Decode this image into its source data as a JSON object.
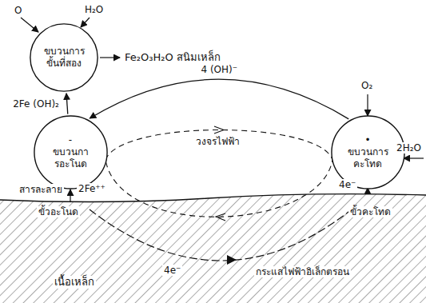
{
  "diagram": {
    "nodes": [
      {
        "text": [
          "ขบวนการ ขั้นที่สอง"
        ]
      },
      {
        "text": [
          "-",
          "ขบวนการอะโนด"
        ]
      },
      {
        "text": [
          "•",
          "ขบวนการคะโทด"
        ]
      }
    ],
    "edges": [
      {
        "from": 1,
        "to": 0,
        "arrow": "to",
        "label": "2Fe (OH)₂"
      },
      {
        "from": 2,
        "to": 1,
        "arrow": "to",
        "label": "4 (OH)⁻"
      }
    ],
    "labels": [
      "O",
      "H₂O",
      "Fe₂O₃H₂O สนิมเหล็ก",
      "วงจรไฟฟ้า",
      "O₂",
      "2H₂O",
      "สารละลาย",
      "2Fe⁺⁺",
      "4e⁻",
      "ขั้วอะโนด",
      "ขั้วคะโทด",
      "4e⁻",
      "กระแสไฟฟ้าอิเล็กตรอน",
      "เนื้อเหล็ก"
    ]
  }
}
